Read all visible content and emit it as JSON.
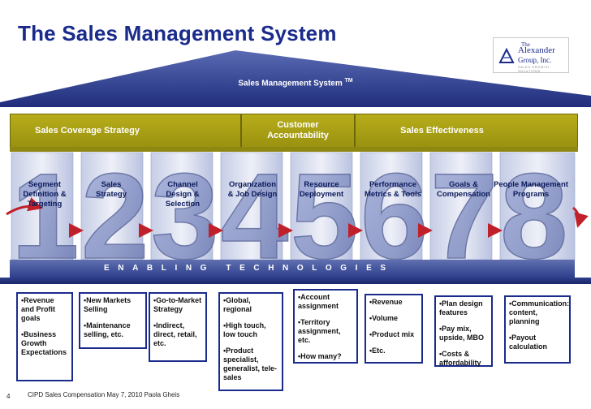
{
  "title": "The Sales Management System",
  "logo": {
    "line1": "The",
    "line2": "Alexander",
    "line3": "Group, Inc.",
    "tagline": "SALES GROWTH SOLUTIONS"
  },
  "roof": {
    "label": "Sales Management System",
    "tm": "TM"
  },
  "beam": {
    "left": "Sales Coverage Strategy",
    "center": "Customer Accountability",
    "right": "Sales Effectiveness"
  },
  "pillars": [
    {
      "number": "1",
      "label": "Segment Definition & Targeting"
    },
    {
      "number": "2",
      "label": "Sales Strategy"
    },
    {
      "number": "3",
      "label": "Channel Design & Selection"
    },
    {
      "number": "4",
      "label": "Organization & Job Design"
    },
    {
      "number": "5",
      "label": "Resource Deployment"
    },
    {
      "number": "6",
      "label": "Performance Metrics & Tools"
    },
    {
      "number": "7",
      "label": "Goals & Compensation"
    },
    {
      "number": "8",
      "label": "People Management Programs"
    }
  ],
  "enabling": "ENABLING TECHNOLOGIES",
  "boxes": [
    {
      "items": [
        "•Revenue and Profit goals",
        "•Business Growth Expectations"
      ]
    },
    {
      "items": [
        "•New Markets Selling",
        "•Maintenance selling, etc."
      ]
    },
    {
      "items": [
        "•Go-to-Market Strategy",
        "•Indirect, direct, retail, etc."
      ]
    },
    {
      "items": [
        "•Global, regional",
        "•High touch, low touch",
        "•Product specialist, generalist, tele-sales"
      ]
    },
    {
      "items": [
        "•Account assignment",
        "•Territory assignment, etc.",
        "•How many?"
      ]
    },
    {
      "items": [
        "•Revenue",
        "•Volume",
        "•Product mix",
        "•Etc."
      ]
    },
    {
      "items": [
        "•Plan design features",
        "•Pay mix, upside, MBO",
        "•Costs & affordability"
      ]
    },
    {
      "items": [
        "•Communication: content, planning",
        "•Payout calculation"
      ]
    }
  ],
  "footer": {
    "page": "4",
    "text": "CIPD Sales Compensation May 7, 2010 Paola Gheis"
  },
  "colors": {
    "title": "#1a2b8c",
    "roof": "#2f3f8c",
    "beam": "#a79e14",
    "pillar": "#8f9fd0",
    "box_border": "#1a2b8c"
  }
}
